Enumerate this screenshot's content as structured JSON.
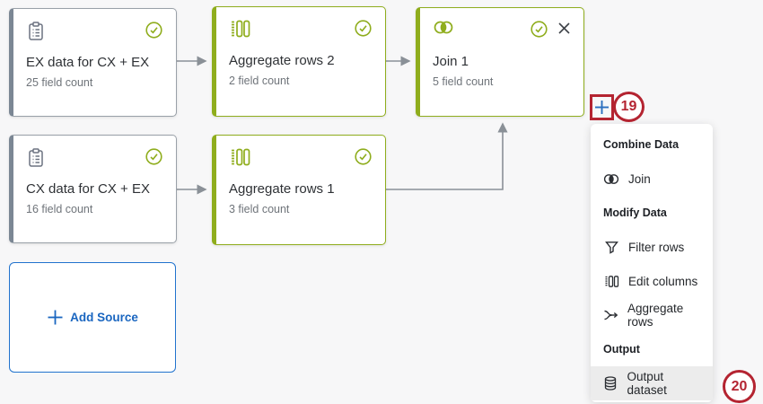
{
  "canvas": {
    "nodes": {
      "ex_source": {
        "title": "EX data for CX + EX",
        "subtitle": "25 field count",
        "status": "complete"
      },
      "agg2": {
        "title": "Aggregate rows 2",
        "subtitle": "2 field count",
        "status": "complete"
      },
      "join1": {
        "title": "Join 1",
        "subtitle": "5 field count",
        "status": "complete",
        "closable": true
      },
      "cx_source": {
        "title": "CX data for CX + EX",
        "subtitle": "16 field count",
        "status": "complete"
      },
      "agg1": {
        "title": "Aggregate rows 1",
        "subtitle": "3 field count",
        "status": "complete"
      }
    },
    "add_source_label": "Add Source"
  },
  "menu": {
    "sections": {
      "combine": {
        "header": "Combine Data"
      },
      "modify": {
        "header": "Modify Data"
      },
      "output": {
        "header": "Output"
      }
    },
    "items": {
      "join": {
        "label": "Join"
      },
      "filter_rows": {
        "label": "Filter rows"
      },
      "edit_columns": {
        "label": "Edit columns"
      },
      "aggregate_rows": {
        "label": "Aggregate rows"
      },
      "output_dataset": {
        "label": "Output dataset",
        "highlighted": true
      }
    }
  },
  "annotations": {
    "add_step_number": "19",
    "output_dataset_number": "20"
  },
  "colors": {
    "accent_green": "#8fad1d",
    "accent_blue": "#1a66c0",
    "annotation_red": "#b42431",
    "source_gray": "#7b8794"
  }
}
